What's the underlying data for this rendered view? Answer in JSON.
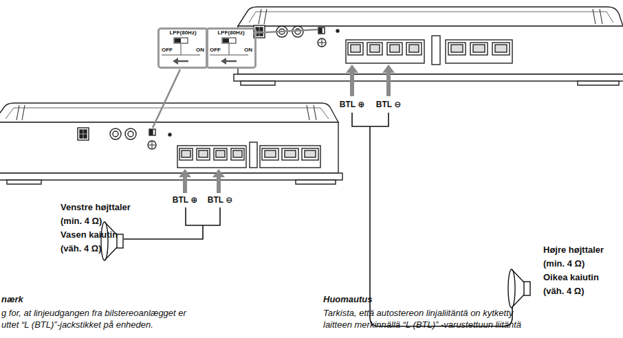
{
  "diagram": {
    "nodes": [
      {
        "text": [
          "LPF(80Hz)",
          "OFF",
          "ON"
        ]
      },
      {
        "text": [
          "LPF(80Hz)",
          "OFF",
          "ON"
        ]
      }
    ],
    "labels": [
      "BTL ⊕",
      "BTL ⊖",
      "BTL ⊕",
      "BTL ⊖",
      "Venstre højttaler",
      "(min. 4 Ω)",
      "Vasen kaiutin",
      "(väh. 4 Ω)",
      "Højre højttaler",
      "(min. 4 Ω)",
      "Oikea kaiutin",
      "(väh. 4 Ω)",
      "nærk",
      "g for, at linjeudgangen fra bilstereoanlægget er",
      "uttet “L (BTL)”-jackstikket på enheden.",
      "Huomautus",
      "Tarkista, että autostereon linjaliitäntä on kytketty",
      "laitteen merkinnällä “L (BTL)” -varustettuun liitäntä"
    ]
  }
}
